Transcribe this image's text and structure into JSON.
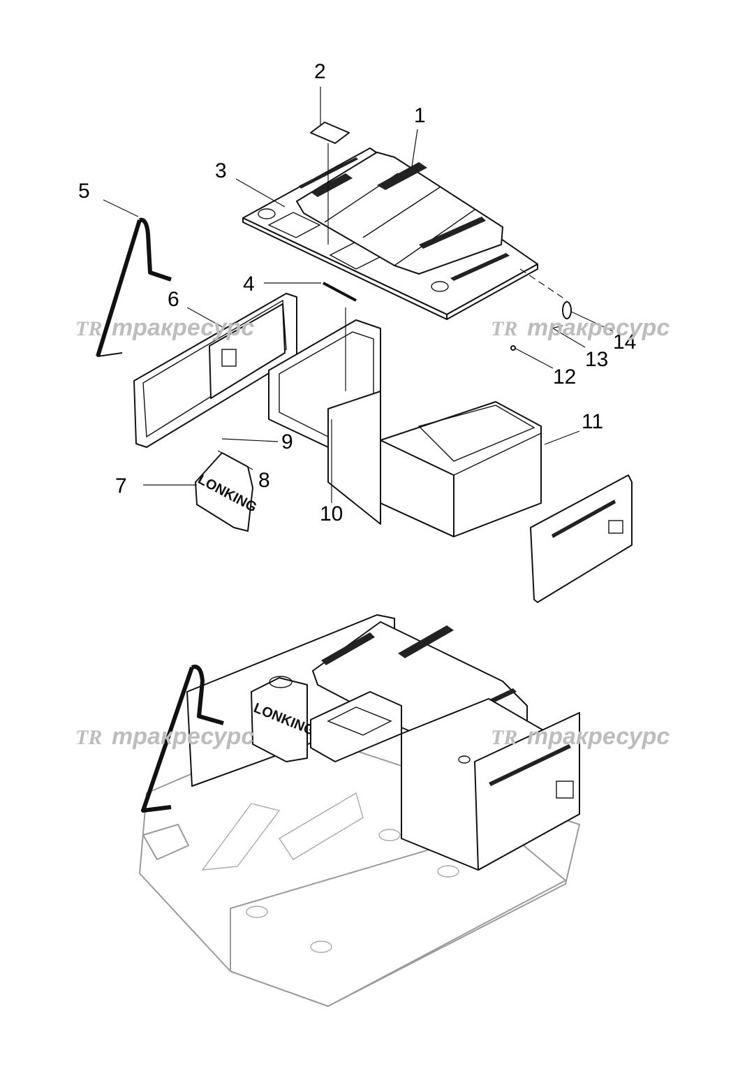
{
  "callouts": [
    {
      "id": "1",
      "label": "1"
    },
    {
      "id": "2",
      "label": "2"
    },
    {
      "id": "3",
      "label": "3"
    },
    {
      "id": "4",
      "label": "4"
    },
    {
      "id": "5",
      "label": "5"
    },
    {
      "id": "6",
      "label": "6"
    },
    {
      "id": "7",
      "label": "7"
    },
    {
      "id": "8",
      "label": "8"
    },
    {
      "id": "9",
      "label": "9"
    },
    {
      "id": "10",
      "label": "10"
    },
    {
      "id": "11",
      "label": "11"
    },
    {
      "id": "12",
      "label": "12"
    },
    {
      "id": "13",
      "label": "13"
    },
    {
      "id": "14",
      "label": "14"
    }
  ],
  "watermark": {
    "logo": "TR",
    "text": "тракресурс"
  },
  "brand": {
    "text": "LONKING"
  },
  "colors": {
    "line": "#111111",
    "ghost_line": "#9a9a9a",
    "watermark": "#bdbdbd",
    "background": "#ffffff"
  }
}
